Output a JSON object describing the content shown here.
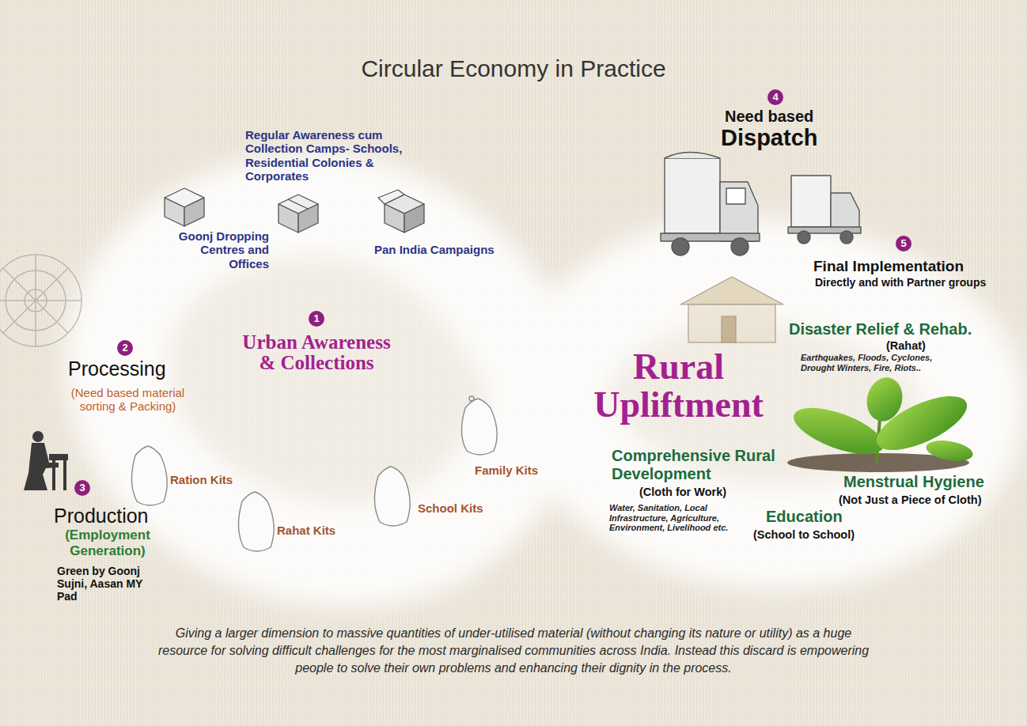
{
  "diagram": {
    "title": "Circular Economy in Practice",
    "caption": "Giving a larger dimension to massive quantities of under-utilised material (without changing its nature or utility) as a huge resource for solving difficult challenges for the most marginalised communities across India. Instead this discard is empowering people to solve their own problems and enhancing their dignity in the process.",
    "nodes": [
      {
        "text": [
          "Urban Awareness & Collections"
        ]
      },
      {
        "text": [
          "Rural Upliftment"
        ]
      }
    ],
    "labels": [
      "Regular Awareness cum Collection Camps- Schools, Residential Colonies & Corporates",
      "Goonj Dropping Centres and Offices",
      "Pan India Campaigns",
      "1",
      "2",
      "Processing",
      "(Need based material sorting & Packing)",
      "3",
      "Production",
      "(Employment Generation)",
      "Green by Goonj Sujni, Aasan MY Pad",
      "Ration Kits",
      "Rahat Kits",
      "School Kits",
      "Family Kits",
      "4",
      "Need based",
      "Dispatch",
      "5",
      "Final Implementation",
      "Directly and with Partner groups",
      "Disaster Relief & Rehab.",
      "(Rahat)",
      "Earthquakes, Floods, Cyclones, Drought Winters, Fire, Riots..",
      "Comprehensive Rural Development",
      "(Cloth for Work)",
      "Water, Sanitation, Local Infrastructure, Agriculture, Environment, Livelihood etc.",
      "Education",
      "(School to School)",
      "Menstrual Hygiene",
      "(Not Just a Piece of Cloth)"
    ]
  }
}
